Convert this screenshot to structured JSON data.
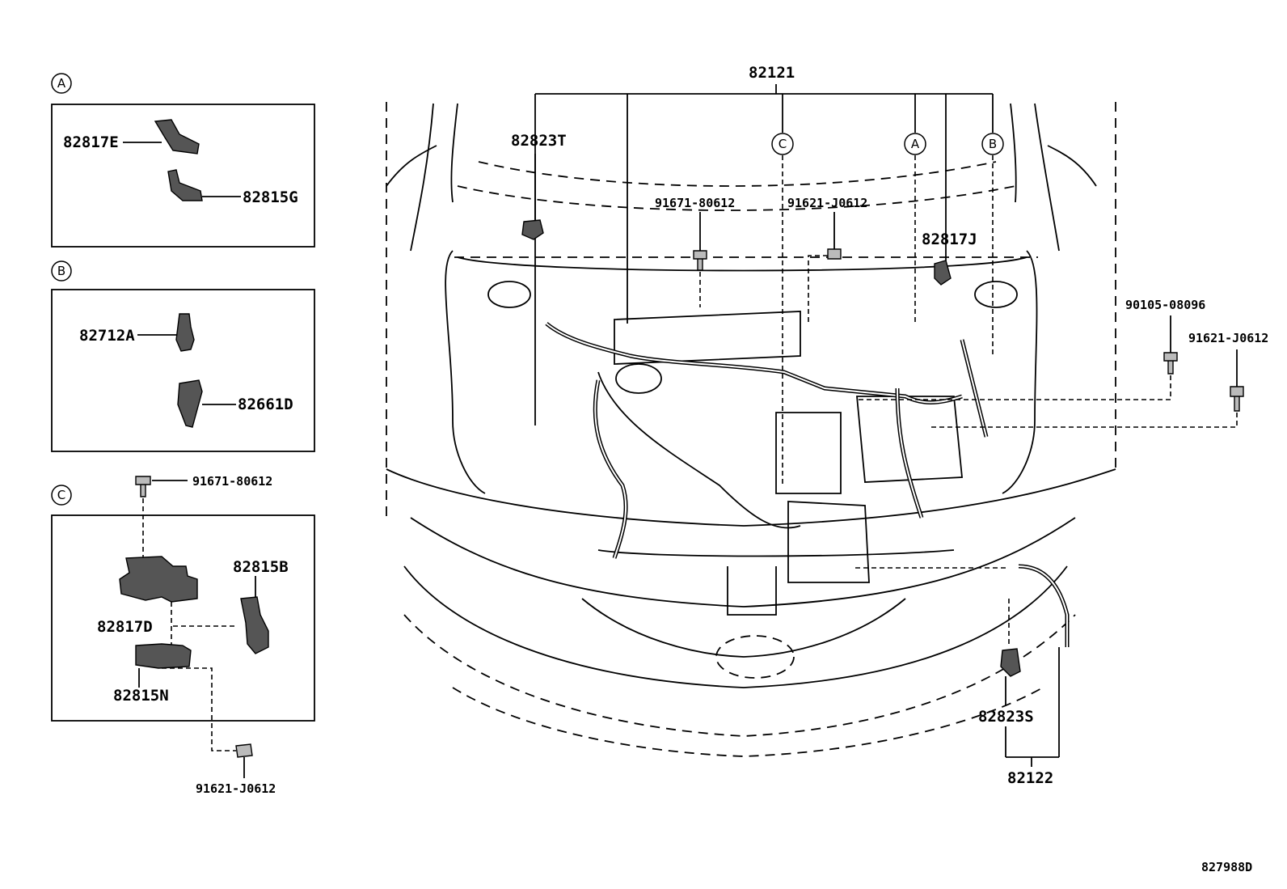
{
  "callout_letters": {
    "a": "A",
    "b": "B",
    "c": "C"
  },
  "panel_a": {
    "part_1": "82817E",
    "part_2": "82815G"
  },
  "panel_b": {
    "part_1": "82712A",
    "part_2": "82661D"
  },
  "panel_c": {
    "bolt_top": "91671-80612",
    "part_1": "82815B",
    "part_2": "82817D",
    "part_3": "82815N",
    "bolt_bottom": "91621-J0612"
  },
  "main": {
    "harness_main": "82121",
    "protector_left": "82823T",
    "bolt_1": "91671-80612",
    "bolt_2": "91621-J0612",
    "clamp_right": "82817J",
    "bolt_3": "90105-08096",
    "bolt_4": "91621-J0612",
    "protector_front": "82823S",
    "harness_sub": "82122"
  },
  "diagram_code": "827988D"
}
